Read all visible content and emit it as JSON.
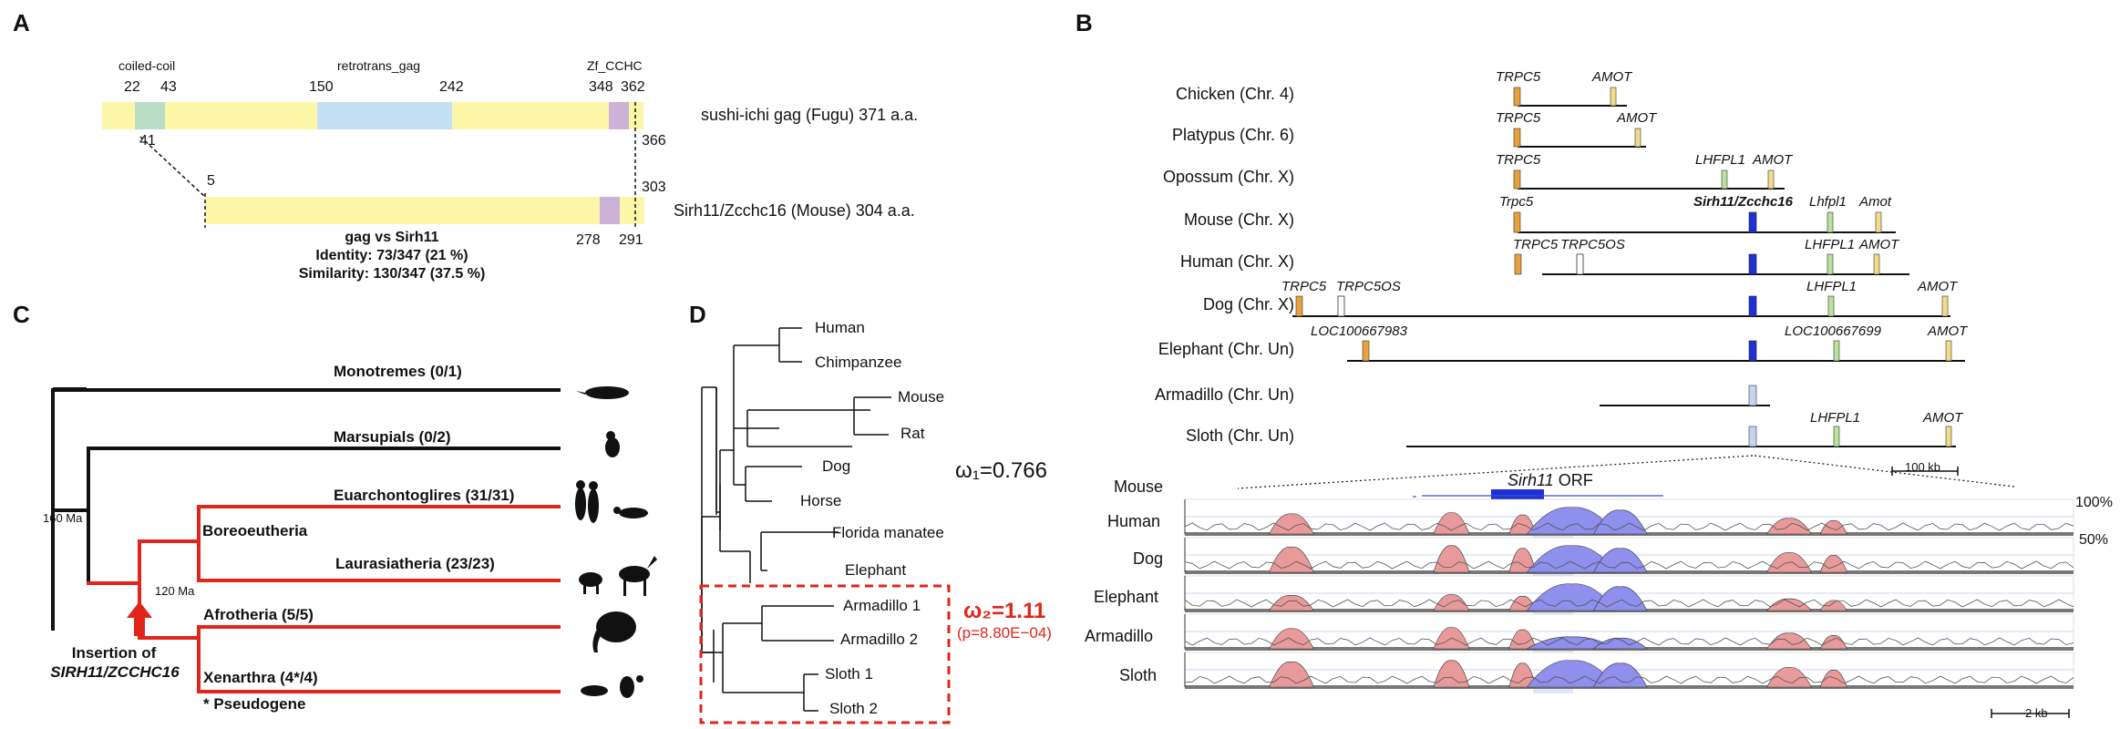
{
  "panel_labels": {
    "a": "A",
    "b": "B",
    "c": "C",
    "d": "D"
  },
  "panel_a": {
    "fugu_label": "sushi-ichi gag (Fugu) 371 a.a.",
    "mouse_label": "Sirh11/Zcchc16 (Mouse) 304 a.a.",
    "domains": {
      "coiled_coil": "coiled-coil",
      "retrotrans": "retrotrans_gag",
      "zf": "Zf_CCHC"
    },
    "fugu_positions": {
      "p22": "22",
      "p43": "43",
      "p150": "150",
      "p242": "242",
      "p348": "348",
      "p362": "362",
      "p41": "41",
      "p366": "366"
    },
    "mouse_positions": {
      "p5": "5",
      "p303": "303",
      "p278": "278",
      "p291": "291"
    },
    "stats": {
      "title": "gag vs Sirh11",
      "identity": "Identity: 73/347 (21 %)",
      "similarity": "Similarity: 130/347 (37.5 %)"
    }
  },
  "panel_b": {
    "species": [
      "Chicken (Chr. 4)",
      "Platypus (Chr. 6)",
      "Opossum (Chr. X)",
      "Mouse (Chr. X)",
      "Human (Chr. X)",
      "Dog (Chr. X)",
      "Elephant (Chr. Un)",
      "Armadillo (Chr. Un)",
      "Sloth (Chr. Un)"
    ],
    "genes": {
      "trpc5": "TRPC5",
      "amot": "AMOT",
      "lhfpl1": "LHFPL1",
      "trpc5_mouse": "Trpc5",
      "sirh11_mouse": "Sirh11/Zcchc16",
      "lhfpl1_mouse": "Lhfpl1",
      "amot_mouse": "Amot",
      "trpc5os": "TRPC5OS",
      "loc1": "LOC100667983",
      "loc2": "LOC100667699"
    },
    "scale_100kb": "100 kb",
    "scale_2kb": "2 kb",
    "align_ref": "Mouse",
    "orf_gene": "Sirh11",
    "orf_suffix": " ORF",
    "align_species": [
      "Human",
      "Dog",
      "Elephant",
      "Armadillo",
      "Sloth"
    ],
    "pct_100": "100%",
    "pct_50": "50%",
    "colors": {
      "trpc5": "#e8a13c",
      "amot": "#f2dc8a",
      "lhfpl1": "#b7e39c",
      "sirh11": "#1f2fd6",
      "sirh11_pale": "#c4d4f2",
      "noncoding": "#e89a9a",
      "coding": "#8f8fee"
    }
  },
  "panel_c": {
    "clades": {
      "monotremes": "Monotremes (0/1)",
      "marsupials": "Marsupials (0/2)",
      "euarch": "Euarchontoglires (31/31)",
      "laur": "Laurasiatheria (23/23)",
      "afro": "Afrotheria (5/5)",
      "xen": "Xenarthra (4*/4)"
    },
    "boreo": "Boreoeutheria",
    "age_160": "160 Ma",
    "age_120": "120 Ma",
    "insertion_line1": "Insertion of",
    "insertion_line2": "SIRH11/ZCCHC16",
    "pseudogene": "* Pseudogene",
    "colors": {
      "ancestral": "#111111",
      "derived": "#e0261b"
    }
  },
  "panel_d": {
    "taxa": [
      "Human",
      "Chimpanzee",
      "Mouse",
      "Rat",
      "Dog",
      "Horse",
      "Florida manatee",
      "Elephant",
      "Armadillo 1",
      "Armadillo 2",
      "Sloth 1",
      "Sloth 2"
    ],
    "omega1": "ω₁=0.766",
    "omega2": "ω₂=1.11",
    "pvalue": "(p=8.80E−04)"
  }
}
